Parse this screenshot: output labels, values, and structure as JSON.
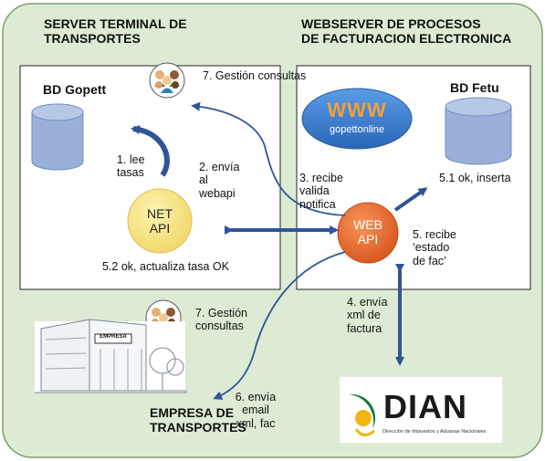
{
  "sections": {
    "server_title": [
      "SERVER TERMINAL DE",
      "TRANSPORTES"
    ],
    "webserver_title": [
      "WEBSERVER DE PROCESOS",
      "DE FACTURACION ELECTRONICA"
    ],
    "empresa_title": [
      "EMPRESA DE",
      "TRANSPORTES"
    ]
  },
  "nodes": {
    "bd_gopett": "BD Gopett",
    "bd_fetu": "BD Fetu",
    "net_api": [
      "NET",
      "API"
    ],
    "web_api": [
      "WEB",
      "API"
    ],
    "www_big": "WWW",
    "www_small": "gopettonline",
    "empresa_sign": "EMPRESA",
    "dian_name": "DIAN",
    "dian_subtitle": "Dirección de Impuestos y Aduanas Nacionales"
  },
  "steps": {
    "s1": [
      "1. lee",
      "tasas"
    ],
    "s2": [
      "2. envía",
      "al",
      "webapi"
    ],
    "s3": [
      "3. recibe",
      "valida",
      "notifica"
    ],
    "s4": [
      "4. envía",
      "xml de",
      "factura"
    ],
    "s5": [
      "5. recibe",
      "‘estado",
      "de fac’"
    ],
    "s51": "5.1 ok,  inserta",
    "s52": "5.2 ok, actualiza tasa OK",
    "s6": [
      "6. envía",
      "email",
      "xml, fac"
    ],
    "s7a": "7. Gestión consultas",
    "s7b": [
      "7. Gestión",
      "consultas"
    ]
  },
  "colors": {
    "background": "#ddebd4",
    "frame": "#7f9f6a",
    "arrow": "#2f5597",
    "db": "#9ab0d8",
    "net_api": "#f7e27d",
    "web_api": "#e5713a",
    "www": "#3c82d4"
  },
  "icons": [
    "database-icon",
    "people-icon",
    "building-icon",
    "dian-logo"
  ]
}
